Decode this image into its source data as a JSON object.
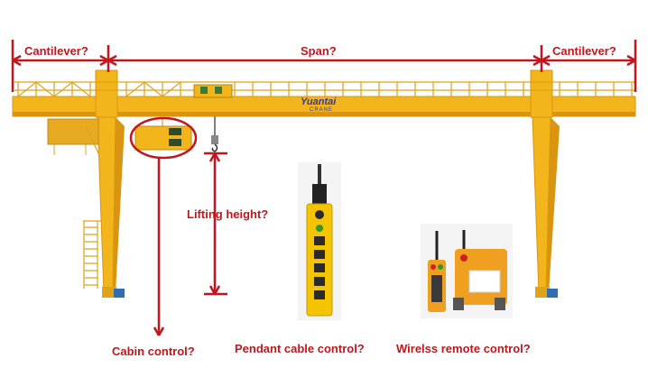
{
  "labels": {
    "cantilever_left": "Cantilever?",
    "span": "Span?",
    "cantilever_right": "Cantilever?",
    "lifting_height": "Lifting height?",
    "cabin_control": "Cabin control?",
    "pendant_control": "Pendant cable control?",
    "wireless_control": "Wirelss remote control?"
  },
  "brand": {
    "name": "Yuantai",
    "sub": "CRANE"
  },
  "colors": {
    "crane_yellow": "#f2b51c",
    "crane_shadow": "#d9950f",
    "annotation_red": "#c0161c",
    "remote_orange": "#f0a020",
    "pendant_yellow": "#f5c400"
  }
}
